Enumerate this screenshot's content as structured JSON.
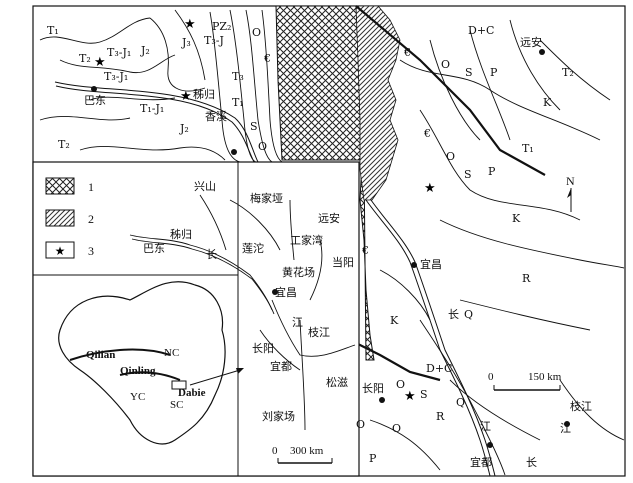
{
  "map": {
    "frame_color": "#111111",
    "stroke_color": "#111111",
    "north_label": "N",
    "scale_main": {
      "zero": "0",
      "distance": "150 km"
    },
    "scale_inset": {
      "zero": "0",
      "distance": "300 km"
    },
    "legend": [
      {
        "key": "1",
        "pattern": "crosshatch"
      },
      {
        "key": "2",
        "pattern": "diagonal-hatch"
      },
      {
        "key": "3",
        "pattern": "star"
      }
    ],
    "units": {
      "T1a": "T₁",
      "T2a": "T₂",
      "T3J1a": "T₃-J₁",
      "J2a": "J₂",
      "J3": "J₃",
      "PZ2": "PZ₂",
      "T3J": "T₃-J",
      "T3J1b": "T₃-J₁",
      "T1J": "T₁-J₁",
      "J2b": "J₂",
      "T2b": "T₂",
      "T1b": "T₁",
      "T3": "T₃",
      "S": "S",
      "O": "O",
      "Ob": "O",
      "Cam1": "€",
      "Cam2": "€",
      "Cam3": "€",
      "Cam4": "€",
      "DC1": "D+C",
      "T2c": "T₂",
      "Oc": "O",
      "Sa": "S",
      "Pa": "P",
      "K1": "K",
      "T1c": "T₁",
      "Od": "O",
      "Sb": "S",
      "Pb": "P",
      "K2": "K",
      "R1": "R",
      "K3": "K",
      "Q1": "Q",
      "DC2": "D+C",
      "Oe": "O",
      "S2": "S",
      "R2": "R",
      "Q2": "Q",
      "O3": "O",
      "O4": "O",
      "P3": "P"
    },
    "places_main": {
      "badong": "巴东",
      "zigui": "秭归",
      "xiangxi": "香溪",
      "yuanan": "远安",
      "yichang": "宜昌",
      "changyang": "长阳",
      "yidu": "宜都",
      "zhijiang": "枝江",
      "jiang1": "江",
      "chang1": "长",
      "chang2": "长",
      "jiang2": "江"
    },
    "inset": {
      "xingshan": "兴山",
      "meijiayan": "梅家垭",
      "yuanan": "远安",
      "zigui": "秭归",
      "gongjiawan": "工家湾",
      "badong": "巴东",
      "liantuo": "莲沱",
      "chang": "长",
      "huanghuachang": "黄花场",
      "dangyang": "当阳",
      "yichang": "宜昌",
      "jiang": "江",
      "zhijiang": "枝江",
      "changyang": "长阳",
      "yidu": "宜都",
      "songzi": "松滋",
      "liujiachang": "刘家场"
    },
    "china": {
      "qilian": "Qilian",
      "qinling": "Qinling",
      "nc": "NC",
      "yc": "YC",
      "sc": "SC",
      "dabie": "Dabie"
    }
  }
}
